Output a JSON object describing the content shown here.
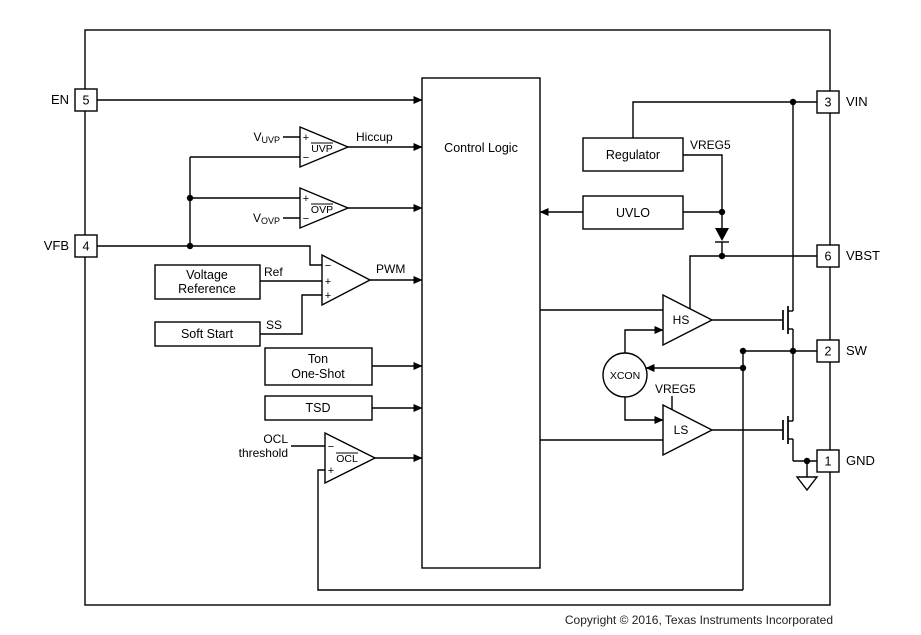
{
  "pins": {
    "en": {
      "label": "EN",
      "number": "5"
    },
    "vfb": {
      "label": "VFB",
      "number": "4"
    },
    "vin": {
      "label": "VIN",
      "number": "3"
    },
    "vbst": {
      "label": "VBST",
      "number": "6"
    },
    "sw": {
      "label": "SW",
      "number": "2"
    },
    "gnd": {
      "label": "GND",
      "number": "1"
    }
  },
  "blocks": {
    "control_logic": "Control Logic",
    "voltage_reference_line1": "Voltage",
    "voltage_reference_line2": "Reference",
    "soft_start": "Soft Start",
    "ton_line1": "Ton",
    "ton_line2": "One-Shot",
    "tsd": "TSD",
    "regulator": "Regulator",
    "uvlo": "UVLO"
  },
  "comparators": {
    "uvp": "UVP",
    "ovp": "OVP",
    "ocl": "OCL",
    "hs": "HS",
    "ls": "LS",
    "xcon": "XCON"
  },
  "signals": {
    "hiccup": "Hiccup",
    "pwm": "PWM",
    "ref": "Ref",
    "ss": "SS",
    "vreg5": "VREG5",
    "v_prefix": "V",
    "uvp_subscript": "UVP",
    "ovp_subscript": "OVP",
    "ocl_threshold_line1": "OCL",
    "ocl_threshold_line2": "threshold",
    "plus": "+",
    "minus": "−"
  },
  "footer": {
    "copyright": "Copyright © 2016, Texas Instruments Incorporated"
  }
}
